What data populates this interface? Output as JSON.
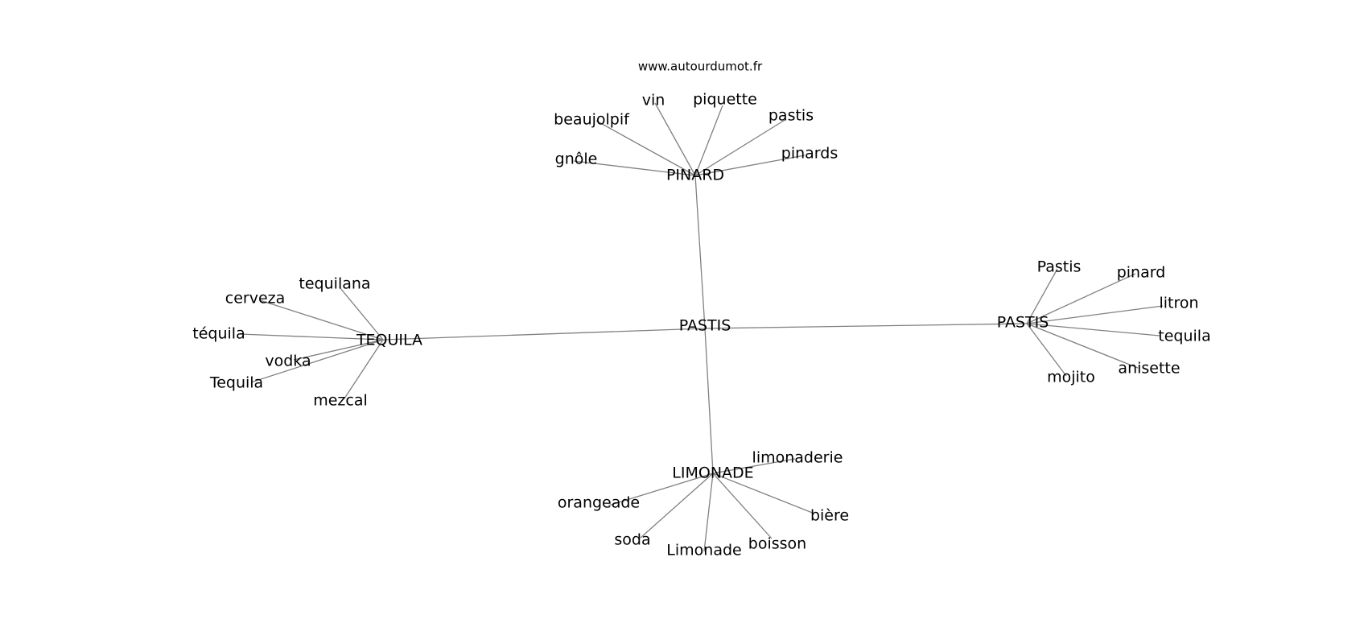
{
  "watermark": "www.autourdumot.fr",
  "colors": {
    "edge": "#808080",
    "text": "#000000",
    "background": "#ffffff"
  },
  "graph": {
    "center": "PASTIS",
    "hubs": [
      {
        "label": "PINARD",
        "leaves": [
          "gnôle",
          "beaujolpif",
          "vin",
          "piquette",
          "pastis",
          "pinards"
        ]
      },
      {
        "label": "TEQUILA",
        "leaves": [
          "tequilana",
          "cerveza",
          "téquila",
          "vodka",
          "Tequila",
          "mezcal"
        ]
      },
      {
        "label": "PASTIS",
        "leaves": [
          "Pastis",
          "pinard",
          "litron",
          "tequila",
          "anisette",
          "mojito"
        ]
      },
      {
        "label": "LIMONADE",
        "leaves": [
          "limonaderie",
          "orangeade",
          "soda",
          "Limonade",
          "boisson",
          "bière"
        ]
      }
    ]
  }
}
